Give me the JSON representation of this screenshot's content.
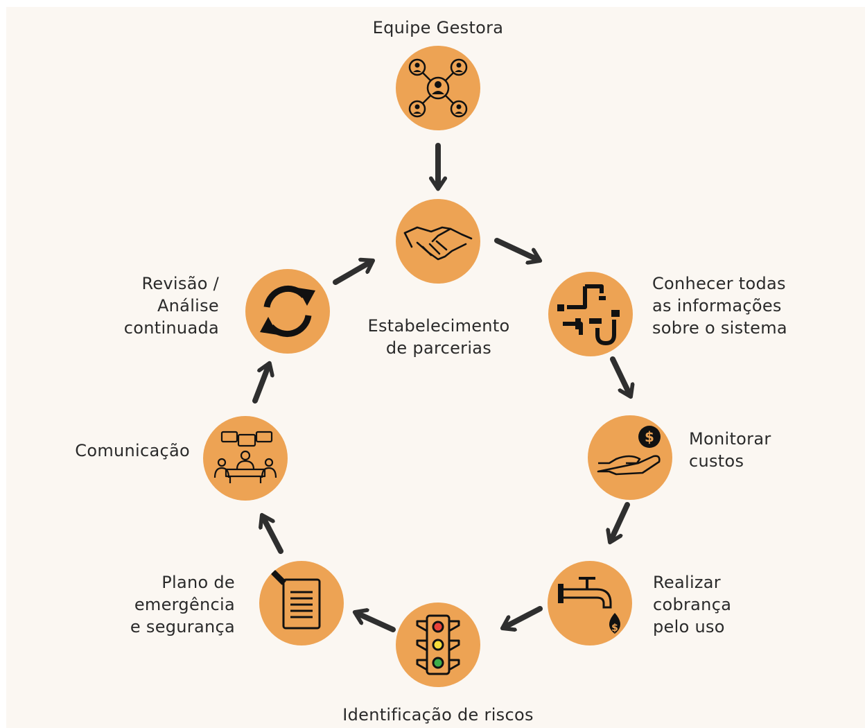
{
  "colors": {
    "circle_fill": "#eda354",
    "arrow": "#2f2f2f",
    "icon": "#111111",
    "background": "#fbf7f2",
    "text": "#2a2a2a"
  },
  "nodes": {
    "equipe": {
      "label": "Equipe Gestora",
      "icon": "network-people-icon"
    },
    "parcerias": {
      "label": "Estabelecimento\nde parcerias",
      "icon": "handshake-icon"
    },
    "conhecer": {
      "label": "Conhecer todas\nas informações\nsobre o sistema",
      "icon": "pipes-faucet-icon"
    },
    "custos": {
      "label": "Monitorar\ncustos",
      "icon": "hand-coin-icon"
    },
    "cobranca": {
      "label": "Realizar\ncobrança\npelo uso",
      "icon": "faucet-money-drop-icon"
    },
    "riscos": {
      "label": "Identificação de riscos",
      "icon": "traffic-light-icon"
    },
    "emergencia": {
      "label": "Plano de\nemergência\ne segurança",
      "icon": "document-pencil-icon"
    },
    "comunicacao": {
      "label": "Comunicação",
      "icon": "meeting-speech-icon"
    },
    "revisao": {
      "label": "Revisão /\nAnálise\ncontinuada",
      "icon": "refresh-cycle-icon"
    }
  }
}
